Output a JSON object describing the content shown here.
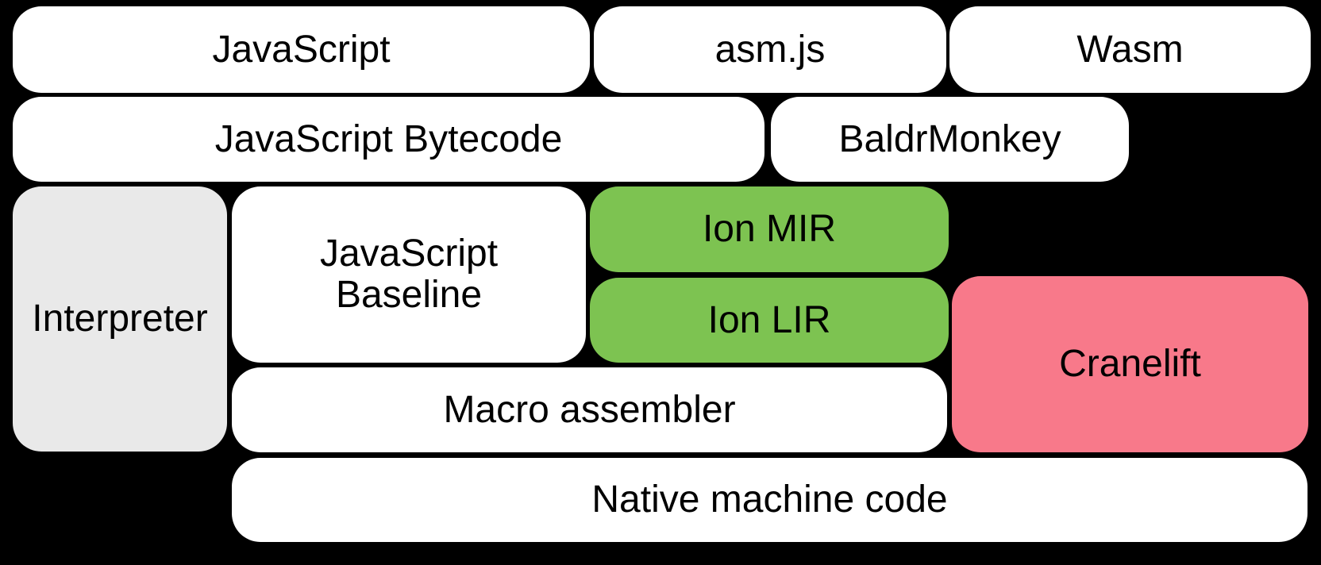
{
  "diagram": {
    "background_color": "#000000",
    "palette": {
      "box_white": "#ffffff",
      "box_gray": "#e9e9e9",
      "box_green": "#7dc351",
      "box_pink": "#f8798a",
      "label_text": "#000000"
    },
    "boxes": [
      {
        "label": "JavaScript",
        "color": "#ffffff"
      },
      {
        "label": "asm.js",
        "color": "#ffffff"
      },
      {
        "label": "Wasm",
        "color": "#ffffff"
      },
      {
        "label": "JavaScript Bytecode",
        "color": "#ffffff"
      },
      {
        "label": "BaldrMonkey",
        "color": "#ffffff"
      },
      {
        "label": "Interpreter",
        "color": "#e9e9e9"
      },
      {
        "label": "JavaScript Baseline",
        "color": "#ffffff"
      },
      {
        "label": "Ion MIR",
        "color": "#7dc351"
      },
      {
        "label": "Ion LIR",
        "color": "#7dc351"
      },
      {
        "label": "Cranelift",
        "color": "#f8798a"
      },
      {
        "label": "Macro assembler",
        "color": "#ffffff"
      },
      {
        "label": "Native machine code",
        "color": "#ffffff"
      }
    ]
  }
}
